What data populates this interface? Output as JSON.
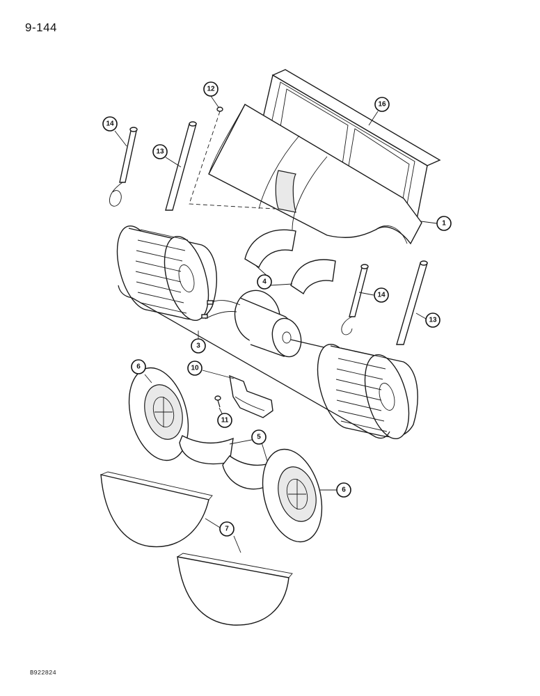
{
  "page_number": "9-144",
  "figure_code": "B922824",
  "callouts": [
    "1",
    "3",
    "4",
    "5",
    "6",
    "6",
    "7",
    "10",
    "11",
    "12",
    "13",
    "13",
    "14",
    "14",
    "16"
  ]
}
